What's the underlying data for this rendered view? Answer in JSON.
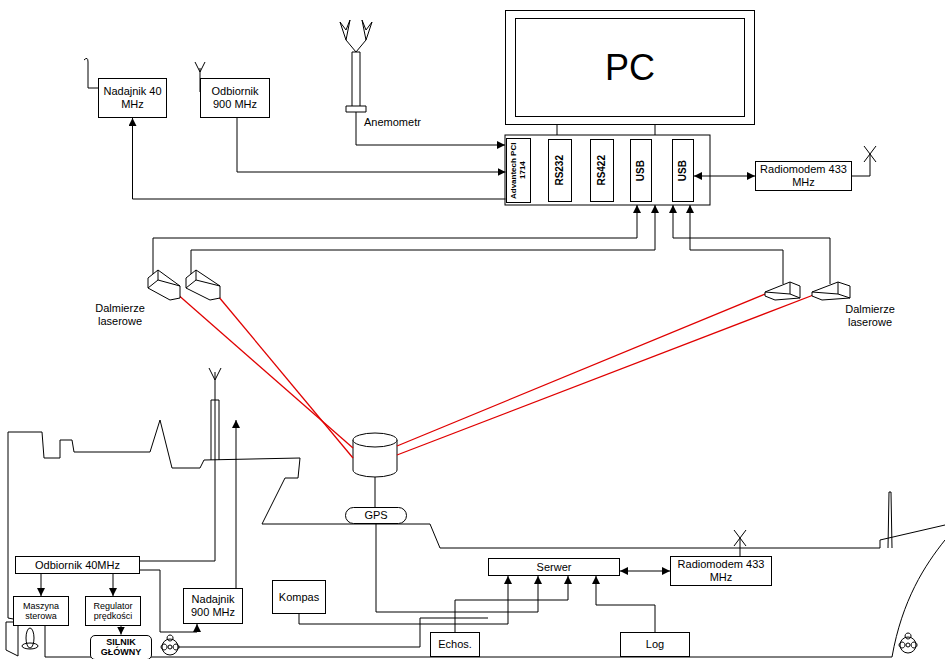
{
  "diagram": {
    "nodes": [
      {
        "text": [
          "Nadajnik 40 MHz"
        ]
      },
      {
        "text": [
          "Odbiornik 900 MHz"
        ]
      },
      {
        "text": [
          "PC"
        ]
      },
      {
        "text": [
          "Advantech PCI 1714"
        ]
      },
      {
        "text": [
          "RS232"
        ]
      },
      {
        "text": [
          "RS422"
        ]
      },
      {
        "text": [
          "USB"
        ]
      },
      {
        "text": [
          "USB"
        ]
      },
      {
        "text": [
          "Radiomodem 433 MHz"
        ]
      },
      {
        "text": [
          "Odbiornik 40MHz"
        ]
      },
      {
        "text": [
          "Maszyna sterowa"
        ]
      },
      {
        "text": [
          "Regulator prędkości"
        ]
      },
      {
        "text": [
          "SILNIK GŁÓWNY"
        ]
      },
      {
        "text": [
          "Nadajnik 900 MHz"
        ]
      },
      {
        "text": [
          "Kompas"
        ]
      },
      {
        "text": [
          "GPS"
        ]
      },
      {
        "text": [
          "Serwer"
        ]
      },
      {
        "text": [
          "Radiomodem 433 MHz"
        ]
      },
      {
        "text": [
          "Echos."
        ]
      },
      {
        "text": [
          "Log"
        ]
      }
    ],
    "edges": [
      {
        "from": 3,
        "to": 0,
        "arrow": "to"
      },
      {
        "from": 1,
        "to": 3,
        "arrow": "to"
      },
      {
        "from": 7,
        "to": 8,
        "arrow": "both"
      },
      {
        "from": 9,
        "to": 10,
        "arrow": "to"
      },
      {
        "from": 9,
        "to": 11,
        "arrow": "to"
      },
      {
        "from": 11,
        "to": 12,
        "arrow": "to"
      },
      {
        "from": 9,
        "to": 13,
        "arrow": "to"
      },
      {
        "from": 14,
        "to": 16,
        "arrow": "to"
      },
      {
        "from": 15,
        "to": 16,
        "arrow": "to"
      },
      {
        "from": 18,
        "to": 16,
        "arrow": "to"
      },
      {
        "from": 19,
        "to": 16,
        "arrow": "to"
      },
      {
        "from": 16,
        "to": 17,
        "arrow": "both"
      }
    ],
    "labels": [
      "Anemometr",
      "Dalmierze laserowe",
      "Dalmierze laserowe"
    ]
  }
}
